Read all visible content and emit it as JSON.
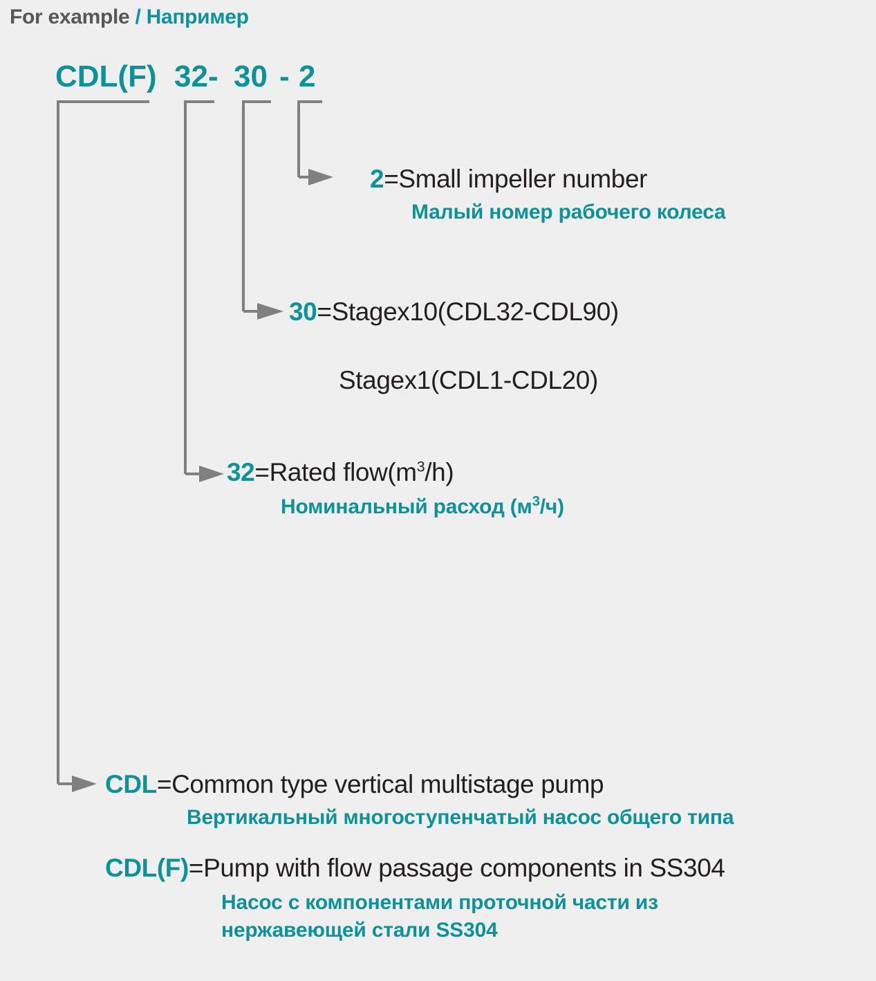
{
  "header": {
    "english": "For example",
    "separator": "/",
    "russian": "Например"
  },
  "model_code": {
    "brand": "CDL(F)",
    "flow": "32-",
    "stage": "30",
    "separator": "-",
    "impeller": "2"
  },
  "definitions": {
    "impeller": {
      "key": "2",
      "equals": "=",
      "english": "Small impeller number",
      "russian": "Малый номер рабочего колеса"
    },
    "stage": {
      "key": "30",
      "equals": "=",
      "english": "Stagex10(CDL32-CDL90)",
      "alternate": "Stagex1(CDL1-CDL20)"
    },
    "flow": {
      "key": "32",
      "equals": "=",
      "english_prefix": "Rated flow(m",
      "english_sup": "3",
      "english_suffix": "/h)",
      "russian_prefix": "Номинальный расход (м",
      "russian_sup": "3",
      "russian_suffix": "/ч)"
    },
    "cdl": {
      "key": "CDL",
      "equals": "=",
      "english": "Common type vertical multistage pump",
      "russian": "Вертикальный многоступенчатый насос общего типа"
    },
    "cdlf": {
      "key": "CDL(F)",
      "equals": "=",
      "english": "Pump with flow passage components in SS304",
      "russian_line1": "Насос с компонентами проточной части из",
      "russian_line2": "нержавеющей стали SS304"
    }
  },
  "colors": {
    "background": "#efefef",
    "accent_teal": "#0e9199",
    "header_gray": "#575757",
    "body_black": "#231f20",
    "leader_line": "#808080"
  }
}
